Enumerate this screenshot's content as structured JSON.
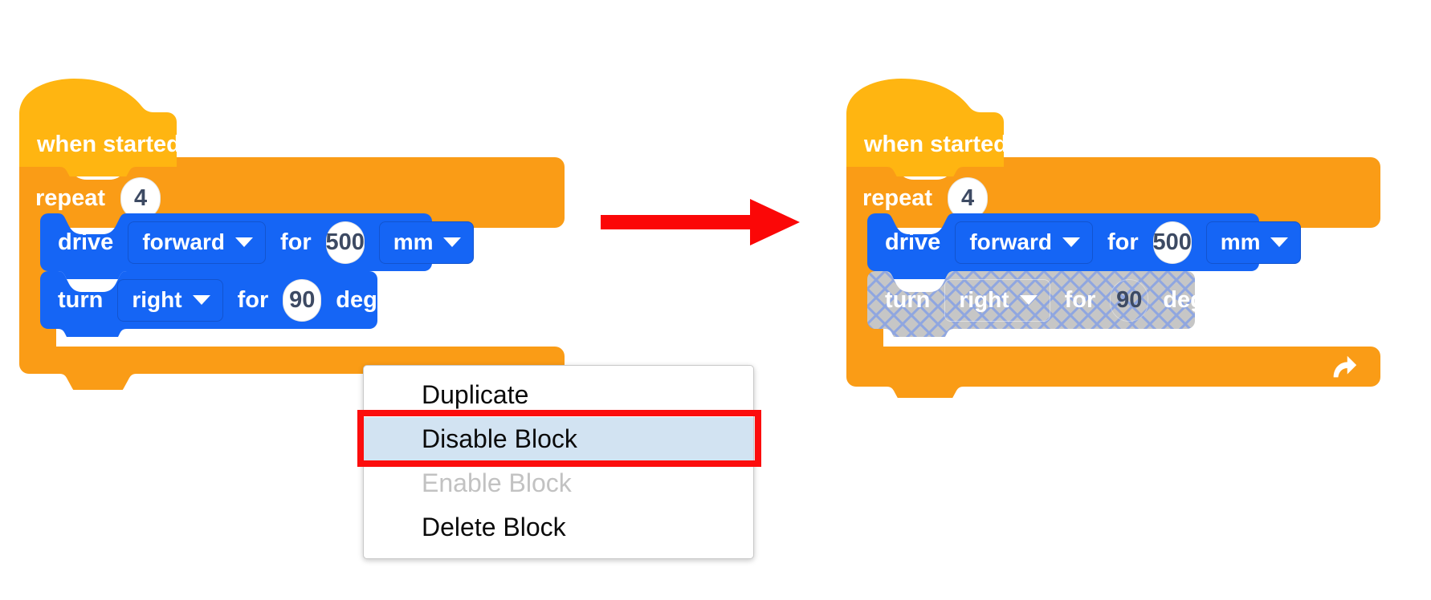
{
  "theme": {
    "hat_color": "#ffb511",
    "control_orange": "#fa9c16",
    "motion_blue": "#1565f5",
    "disabled_gray": "#c6c6c6",
    "hatch_line": "#8fa6e0",
    "annotation_red": "#fc0d0d",
    "menu_selected_bg": "#d2e3f2",
    "menu_text": "#0b0b0b",
    "menu_disabled_text": "#c2c2c2",
    "page_bg": "#ffffff"
  },
  "before": {
    "hat": {
      "label": "when started"
    },
    "repeat": {
      "label": "repeat",
      "count": "4"
    },
    "drive": {
      "verb": "drive",
      "direction": "forward",
      "connector": "for",
      "distance": "500",
      "units": "mm"
    },
    "turn": {
      "verb": "turn",
      "direction": "right",
      "connector": "for",
      "amount": "90",
      "units": "degrees"
    }
  },
  "after": {
    "hat": {
      "label": "when started"
    },
    "repeat": {
      "label": "repeat",
      "count": "4"
    },
    "drive": {
      "verb": "drive",
      "direction": "forward",
      "connector": "for",
      "distance": "500",
      "units": "mm"
    },
    "turn": {
      "verb": "turn",
      "direction": "right",
      "connector": "for",
      "amount": "90",
      "units": "degrees",
      "state": "disabled"
    }
  },
  "context_menu": {
    "items": [
      {
        "label": "Duplicate",
        "state": "normal"
      },
      {
        "label": "Disable Block",
        "state": "selected"
      },
      {
        "label": "Enable Block",
        "state": "disabled"
      },
      {
        "label": "Delete Block",
        "state": "normal"
      }
    ]
  },
  "annotations": {
    "arrow": "right-arrow",
    "highlight": "disable-block-highlight"
  }
}
